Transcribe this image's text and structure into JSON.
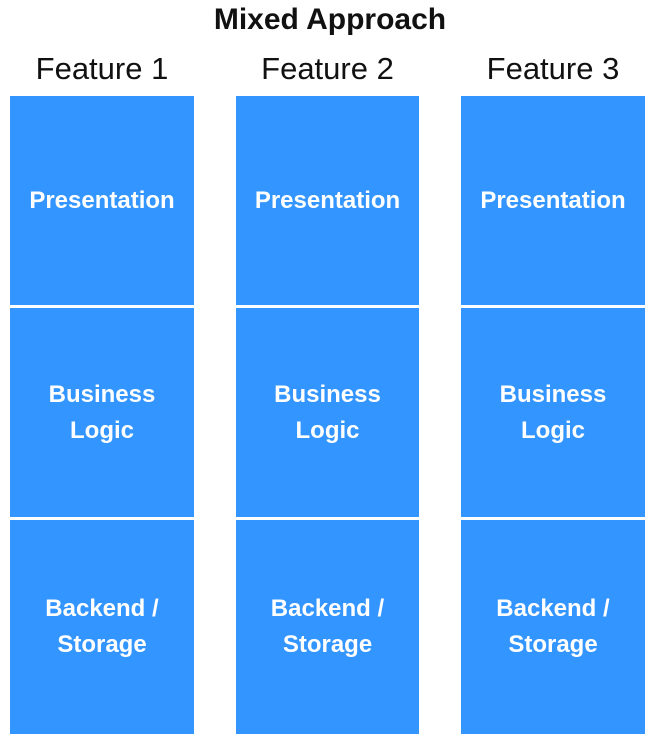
{
  "diagram": {
    "title": "Mixed Approach",
    "colors": {
      "block_fill": "#3395ff",
      "block_text": "#ffffff",
      "heading_text": "#111111"
    },
    "columns": [
      {
        "label": "Feature 1",
        "layers": [
          "Presentation",
          "Business Logic",
          "Backend / Storage"
        ]
      },
      {
        "label": "Feature 2",
        "layers": [
          "Presentation",
          "Business Logic",
          "Backend / Storage"
        ]
      },
      {
        "label": "Feature 3",
        "layers": [
          "Presentation",
          "Business Logic",
          "Backend / Storage"
        ]
      }
    ]
  }
}
